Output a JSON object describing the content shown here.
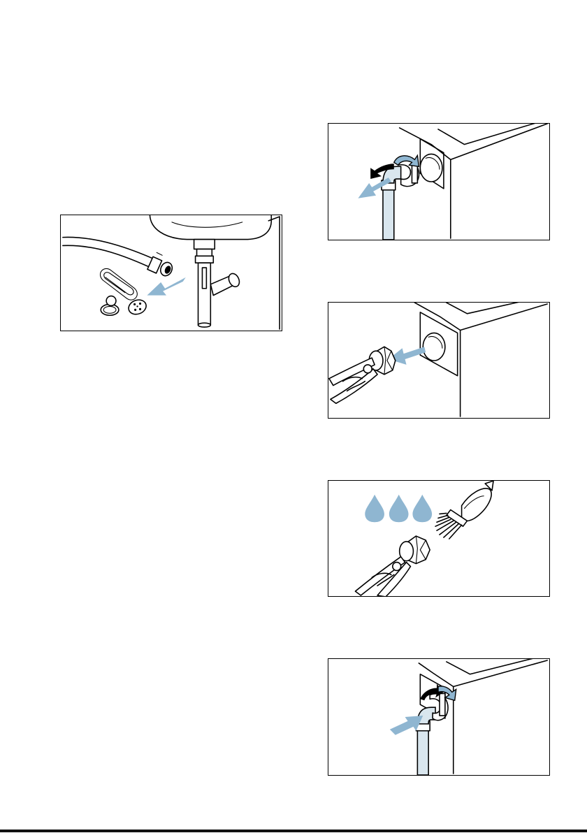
{
  "illustrations": [
    {
      "id": "drain-hose-foreign-objects",
      "icons": [
        "drain-hose-icon",
        "paperclip-icon",
        "ring-icon",
        "button-icon",
        "siphon-icon",
        "arrow-icon"
      ]
    },
    {
      "id": "unscrew-water-supply-hose",
      "icons": [
        "appliance-icon",
        "hose-connector-icon",
        "rotate-arrow-icon",
        "pull-arrow-icon"
      ]
    },
    {
      "id": "remove-filter-with-pliers",
      "icons": [
        "appliance-icon",
        "pliers-icon",
        "filter-icon",
        "arrow-icon"
      ]
    },
    {
      "id": "clean-filter",
      "icons": [
        "water-drop-icon",
        "brush-icon",
        "pliers-icon",
        "filter-icon"
      ]
    },
    {
      "id": "reattach-water-supply-hose",
      "icons": [
        "appliance-icon",
        "hose-connector-icon",
        "rotate-arrow-icon",
        "push-arrow-icon"
      ]
    }
  ],
  "colors": {
    "accent": "#8fb6d1",
    "outline": "#000000",
    "background": "#ffffff"
  }
}
